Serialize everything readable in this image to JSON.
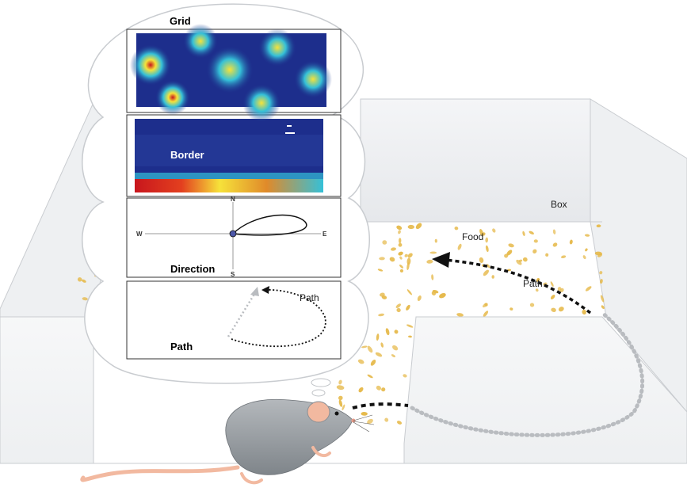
{
  "labels": {
    "box": "Box",
    "food": "Food",
    "path_box": "Path",
    "grid": "Grid",
    "border": "Border",
    "direction": "Direction",
    "path_panel_title": "Path",
    "path_panel_curve": "Path"
  },
  "compass": {
    "n": "N",
    "s": "S",
    "w": "W",
    "e": "E"
  },
  "colors": {
    "heat_low": "#1d2e8c",
    "heat_mid": "#35c0d8",
    "heat_high": "#f6e23a",
    "heat_peak": "#c8161d",
    "food": "#e6b94a",
    "mouse": "#9ea3a8",
    "tail": "#f2b9a0",
    "box_edge": "#c9ccd0"
  }
}
